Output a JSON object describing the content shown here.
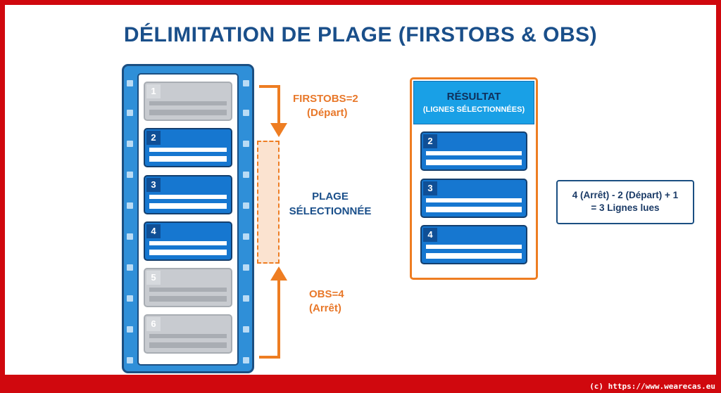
{
  "title": "DÉLIMITATION DE PLAGE (FIRSTOBS & OBS)",
  "film": {
    "frames": [
      {
        "num": "1",
        "state": "dim"
      },
      {
        "num": "2",
        "state": "selected"
      },
      {
        "num": "3",
        "state": "selected"
      },
      {
        "num": "4",
        "state": "selected"
      },
      {
        "num": "5",
        "state": "dim"
      },
      {
        "num": "6",
        "state": "dim"
      }
    ]
  },
  "firstobs": {
    "line1": "FIRSTOBS=2",
    "line2": "(Départ)"
  },
  "range": {
    "line1": "PLAGE",
    "line2": "SÉLECTIONNÉE"
  },
  "obs": {
    "line1": "OBS=4",
    "line2": "(Arrêt)"
  },
  "result": {
    "title": "RÉSULTAT",
    "subtitle": "(LIGNES SÉLECTIONNÉES)",
    "frames": [
      "2",
      "3",
      "4"
    ]
  },
  "formula": {
    "line1": "4 (Arrêt) - 2 (Départ) + 1",
    "line2": "= 3 Lignes lues"
  },
  "footer": "(c) https://www.wearecas.eu",
  "colors": {
    "border": "#d0080e",
    "accent": "#ee7d22",
    "primary": "#1a4f8a",
    "selected": "#1677d0"
  }
}
